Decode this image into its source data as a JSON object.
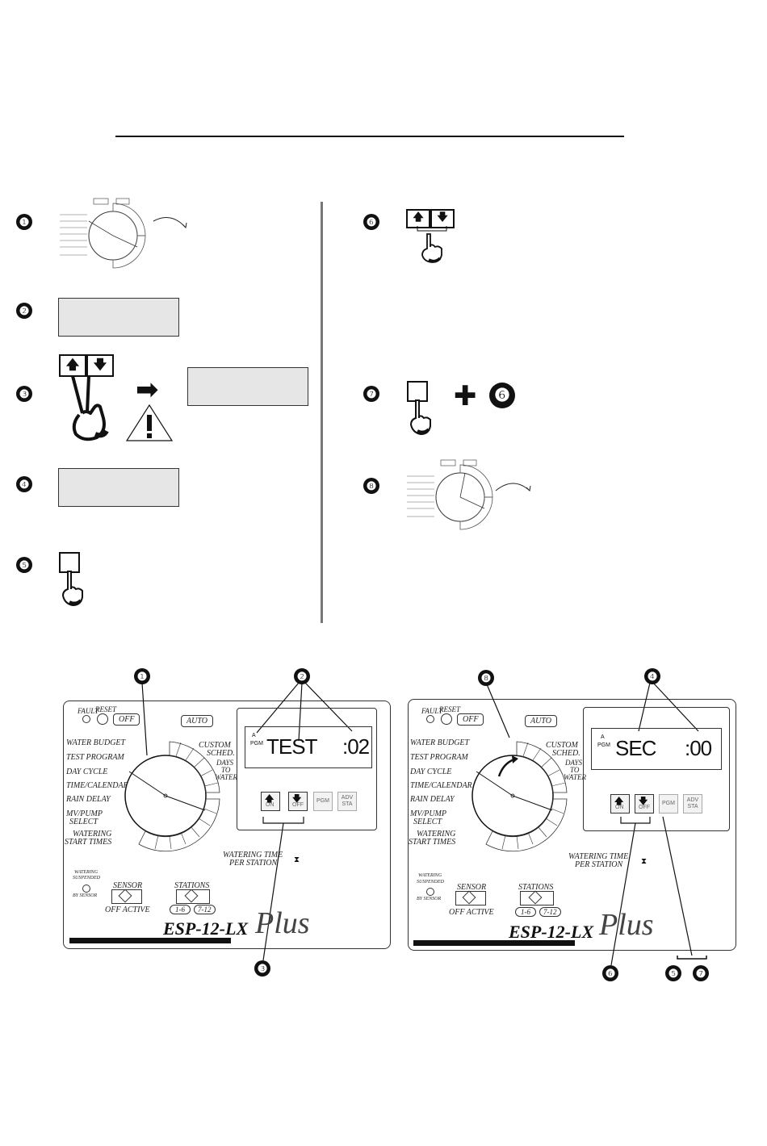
{
  "steps": {
    "n1": "❶",
    "n2": "❷",
    "n3": "❸",
    "n4": "❹",
    "n5": "❺",
    "n6": "❻",
    "n7": "❼",
    "n8": "❽"
  },
  "dial_labels": {
    "off": "OFF",
    "auto": "AUTO",
    "items": [
      "WATER BUDGET",
      "TEST PROGRAM",
      "DAY CYCLE",
      "TIME/CALENDAR",
      "RAIN DELAY",
      "MV/PUMP SELECT",
      "WATERING START TIMES"
    ],
    "custom": "CUSTOM SCHED.",
    "days": "DAYS TO WATER"
  },
  "panel_left": {
    "fault": "FAULT",
    "reset": "RESET",
    "off": "OFF",
    "auto": "AUTO",
    "water_budget": "WATER BUDGET",
    "test_program": "TEST PROGRAM",
    "day_cycle": "DAY CYCLE",
    "time_calendar": "TIME/CALENDAR",
    "rain_delay": "RAIN DELAY",
    "mv_pump": "MV/PUMP",
    "select": "SELECT",
    "watering": "WATERING",
    "start_times": "START TIMES",
    "custom": "CUSTOM",
    "sched": "SCHED.",
    "days": "DAYS",
    "to": "TO",
    "water": "WATER",
    "lcd_pgm_a": "A",
    "lcd_pgm": "PGM",
    "lcd_main": "TEST",
    "lcd_value": ":02",
    "btn_on": "ON",
    "btn_off": "OFF",
    "btn_pgm": "PGM",
    "btn_adv": "ADV STA",
    "watering_time": "WATERING TIME",
    "per_station": "PER STATION",
    "suspended1": "WATERING",
    "suspended2": "SUSPENDED",
    "by_sensor": "BY SENSOR",
    "sensor": "SENSOR",
    "off_active": "OFF  ACTIVE",
    "stations": "STATIONS",
    "st_1_6": "1-6",
    "st_7_12": "7-12",
    "brand": "ESP-12-LX",
    "brand_plus": "Plus"
  },
  "panel_right": {
    "fault": "FAULT",
    "reset": "RESET",
    "off": "OFF",
    "auto": "AUTO",
    "water_budget": "WATER BUDGET",
    "test_program": "TEST PROGRAM",
    "day_cycle": "DAY CYCLE",
    "time_calendar": "TIME/CALENDAR",
    "rain_delay": "RAIN DELAY",
    "mv_pump": "MV/PUMP",
    "select": "SELECT",
    "watering": "WATERING",
    "start_times": "START TIMES",
    "custom": "CUSTOM",
    "sched": "SCHED.",
    "days": "DAYS",
    "to": "TO",
    "water": "WATER",
    "lcd_pgm_a": "A",
    "lcd_pgm": "PGM",
    "lcd_main": "SEC",
    "lcd_value": ":00",
    "btn_on": "ON",
    "btn_off": "OFF",
    "btn_pgm": "PGM",
    "btn_adv": "ADV STA",
    "watering_time": "WATERING TIME",
    "per_station": "PER STATION",
    "suspended1": "WATERING",
    "suspended2": "SUSPENDED",
    "by_sensor": "BY SENSOR",
    "sensor": "SENSOR",
    "off_active": "OFF  ACTIVE",
    "stations": "STATIONS",
    "st_1_6": "1-6",
    "st_7_12": "7-12",
    "brand": "ESP-12-LX",
    "brand_plus": "Plus"
  },
  "icons": {
    "up": "🡅",
    "down": "🡇",
    "arrow_right": "➡",
    "plus": "✚",
    "warning": "!"
  }
}
